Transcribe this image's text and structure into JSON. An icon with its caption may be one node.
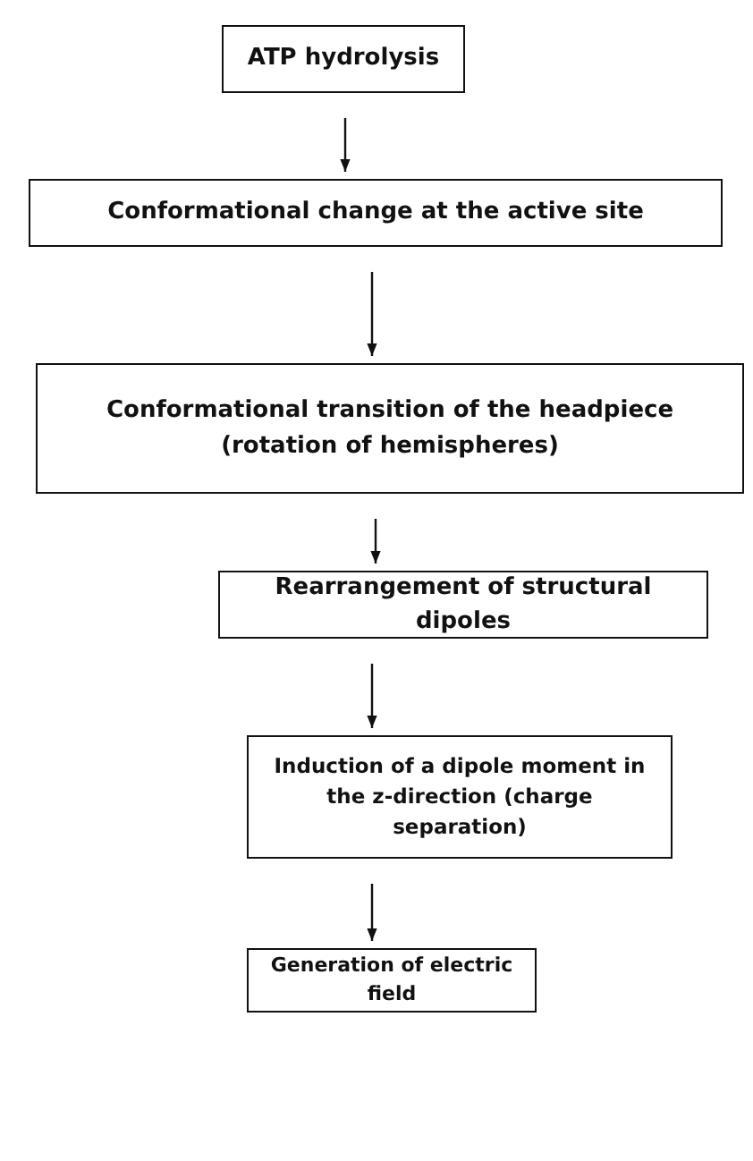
{
  "diagram": {
    "nodes": [
      {
        "text": [
          "ATP hydrolysis"
        ]
      },
      {
        "text": [
          "Conformational change at the active site"
        ]
      },
      {
        "text": [
          "Conformational transition of the headpiece (rotation of hemispheres)"
        ]
      },
      {
        "text": [
          "Rearrangement of structural dipoles"
        ]
      },
      {
        "text": [
          "Induction of a dipole moment in the z-direction (charge separation)"
        ]
      },
      {
        "text": [
          "Generation of electric field"
        ]
      }
    ],
    "edges": [
      {
        "from": 0,
        "to": 1,
        "arrow": "to"
      },
      {
        "from": 1,
        "to": 2,
        "arrow": "to"
      },
      {
        "from": 2,
        "to": 3,
        "arrow": "to"
      },
      {
        "from": 3,
        "to": 4,
        "arrow": "to"
      },
      {
        "from": 4,
        "to": 5,
        "arrow": "to"
      }
    ]
  }
}
